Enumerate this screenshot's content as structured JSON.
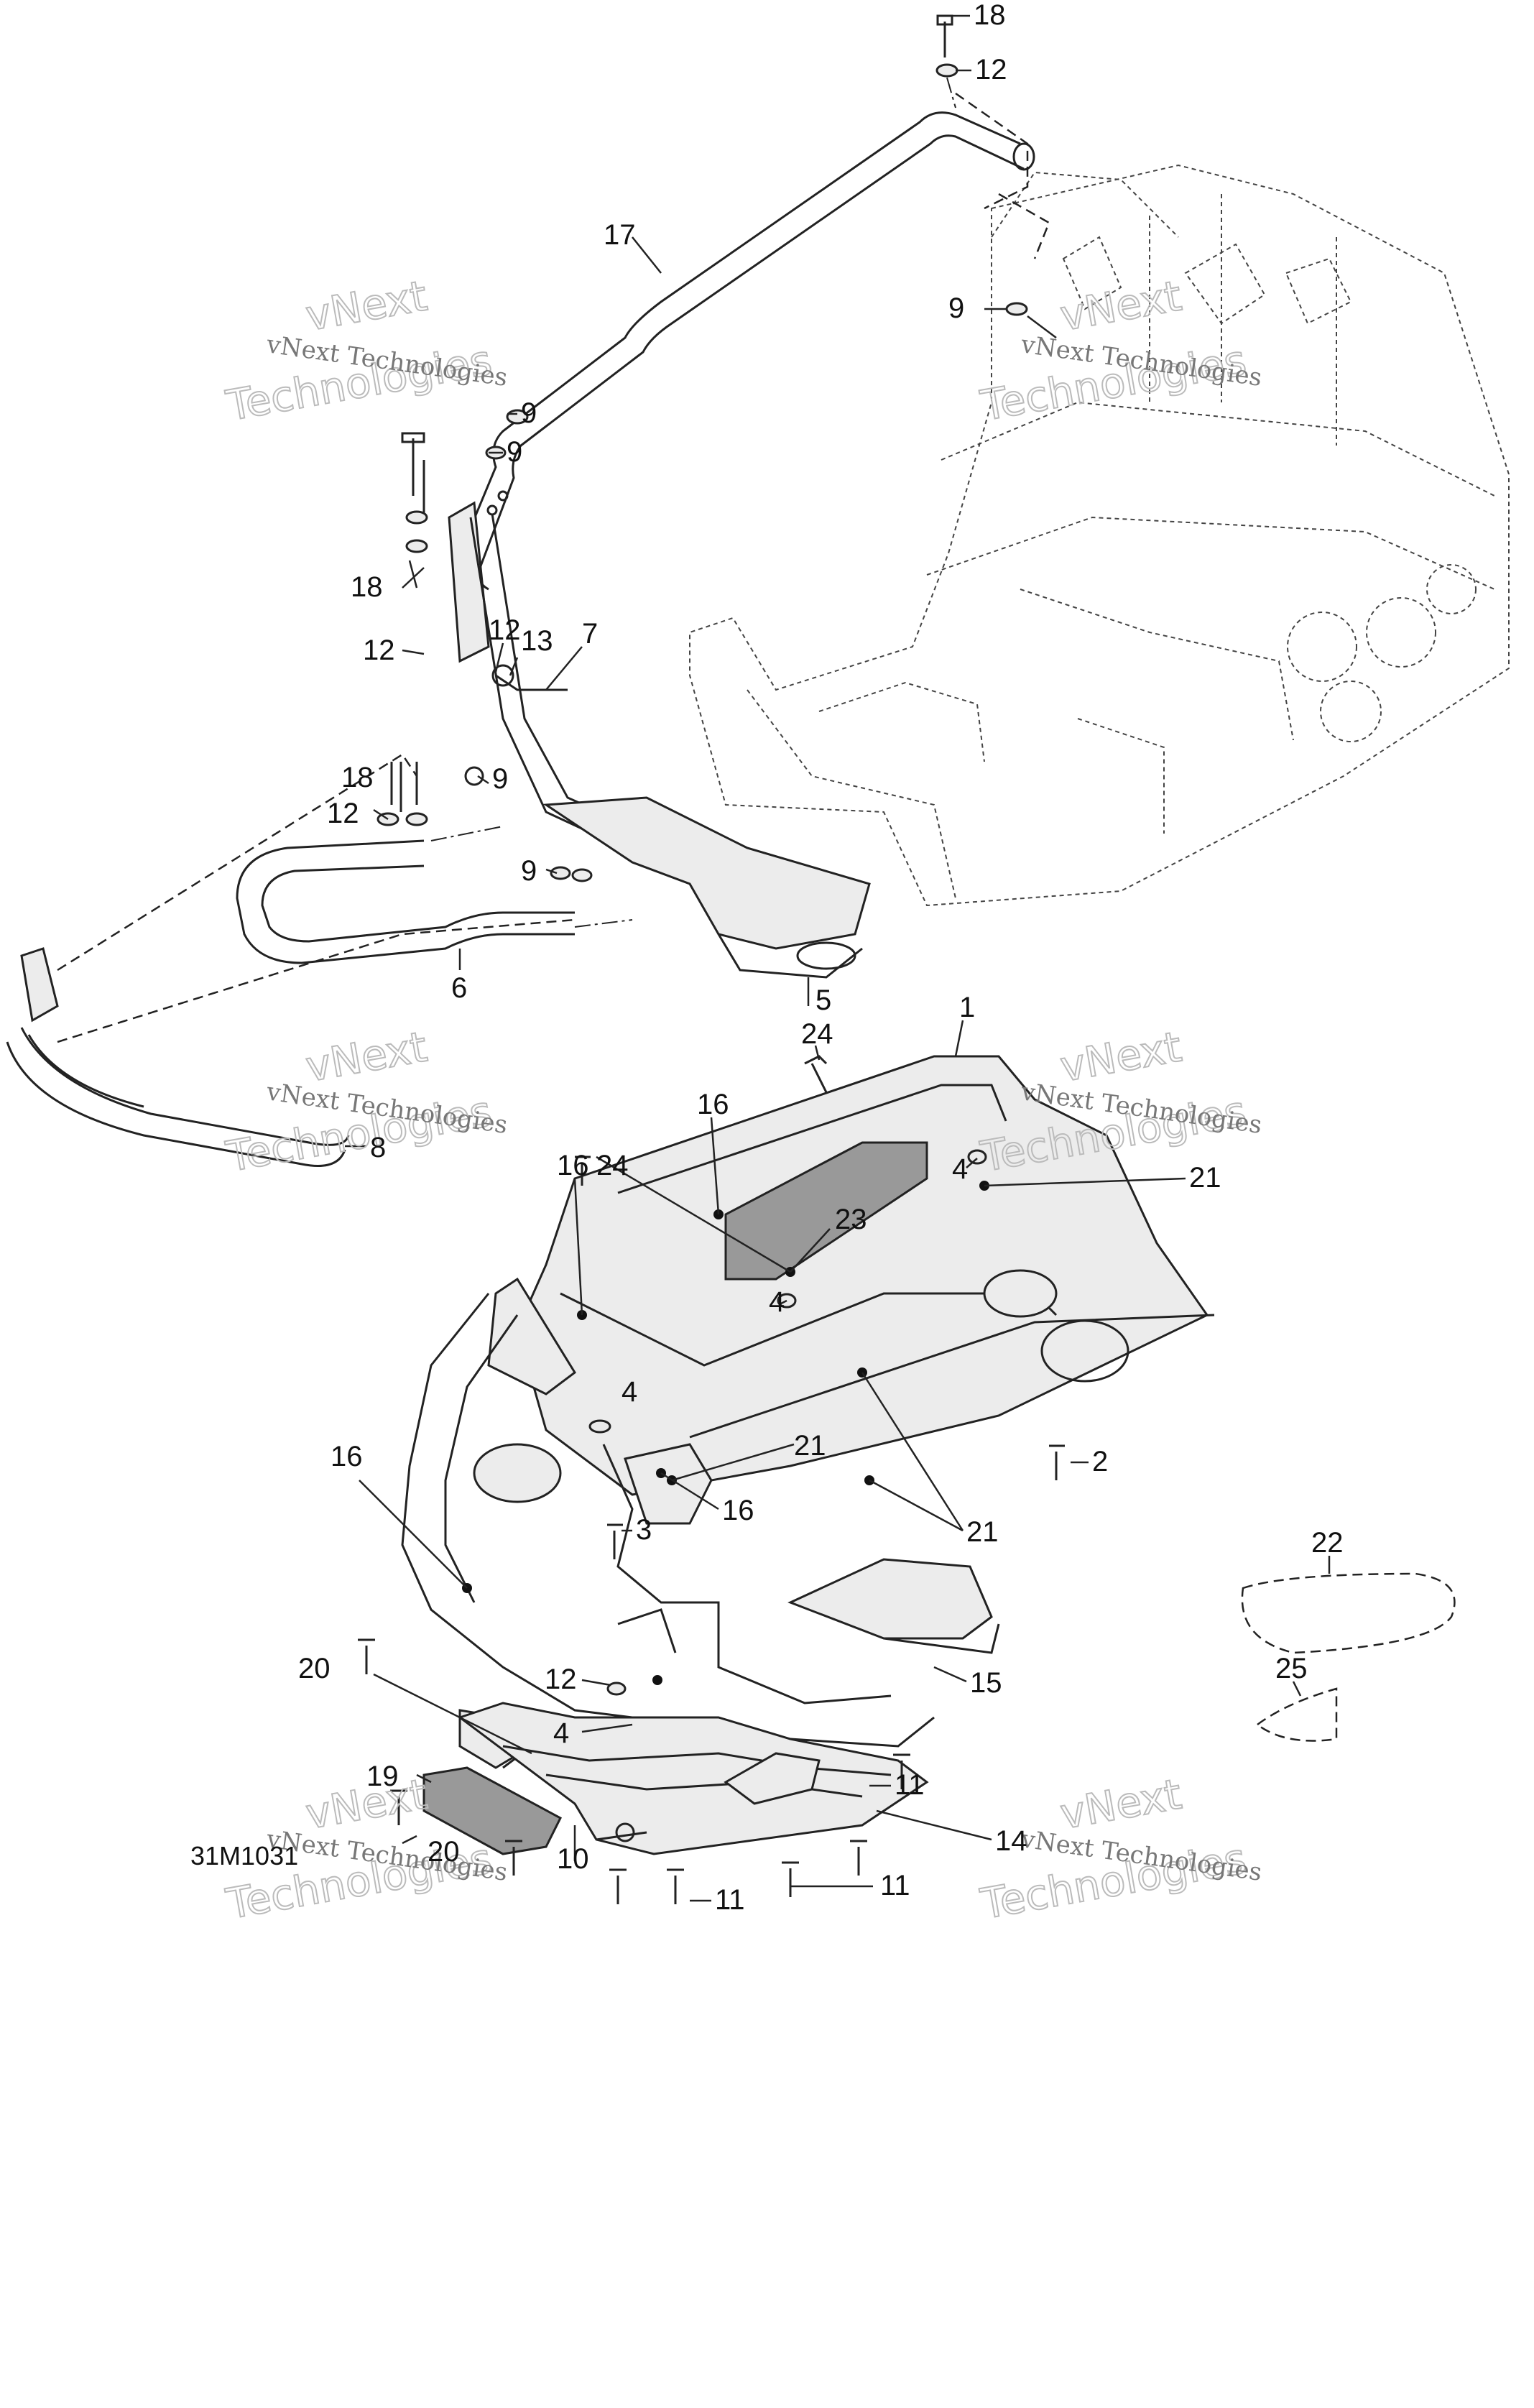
{
  "drawing_code": "31M1031",
  "watermark": {
    "line_small": "vNext Technologies",
    "line_big": "Technologies",
    "overlay_top": "vNext"
  },
  "callouts": [
    {
      "id": "c18a",
      "label": "18"
    },
    {
      "id": "c12a",
      "label": "12"
    },
    {
      "id": "c17",
      "label": "17"
    },
    {
      "id": "c9a",
      "label": "9"
    },
    {
      "id": "c9b",
      "label": "9"
    },
    {
      "id": "c9c",
      "label": "9"
    },
    {
      "id": "c18b",
      "label": "18"
    },
    {
      "id": "c12b",
      "label": "12"
    },
    {
      "id": "c12c",
      "label": "12"
    },
    {
      "id": "c13",
      "label": "13"
    },
    {
      "id": "c7",
      "label": "7"
    },
    {
      "id": "c9d",
      "label": "9"
    },
    {
      "id": "c18c",
      "label": "18"
    },
    {
      "id": "c12d",
      "label": "12"
    },
    {
      "id": "c9e",
      "label": "9"
    },
    {
      "id": "c6",
      "label": "6"
    },
    {
      "id": "c5",
      "label": "5"
    },
    {
      "id": "c1",
      "label": "1"
    },
    {
      "id": "c24a",
      "label": "24"
    },
    {
      "id": "c16a",
      "label": "16"
    },
    {
      "id": "c21a",
      "label": "21"
    },
    {
      "id": "c8",
      "label": "8"
    },
    {
      "id": "c4a",
      "label": "4"
    },
    {
      "id": "c16b",
      "label": "16"
    },
    {
      "id": "c24b",
      "label": "24"
    },
    {
      "id": "c23",
      "label": "23"
    },
    {
      "id": "c4b",
      "label": "4"
    },
    {
      "id": "c4c",
      "label": "4"
    },
    {
      "id": "c21b",
      "label": "21"
    },
    {
      "id": "c2",
      "label": "2"
    },
    {
      "id": "c16c",
      "label": "16"
    },
    {
      "id": "c16d",
      "label": "16"
    },
    {
      "id": "c3",
      "label": "3"
    },
    {
      "id": "c21c",
      "label": "21"
    },
    {
      "id": "c22",
      "label": "22"
    },
    {
      "id": "c20a",
      "label": "20"
    },
    {
      "id": "c12e",
      "label": "12"
    },
    {
      "id": "c15",
      "label": "15"
    },
    {
      "id": "c25",
      "label": "25"
    },
    {
      "id": "c4d",
      "label": "4"
    },
    {
      "id": "c19",
      "label": "19"
    },
    {
      "id": "c11a",
      "label": "11"
    },
    {
      "id": "c14",
      "label": "14"
    },
    {
      "id": "c20b",
      "label": "20"
    },
    {
      "id": "c10",
      "label": "10"
    },
    {
      "id": "c11b",
      "label": "11"
    },
    {
      "id": "c11c",
      "label": "11"
    }
  ]
}
